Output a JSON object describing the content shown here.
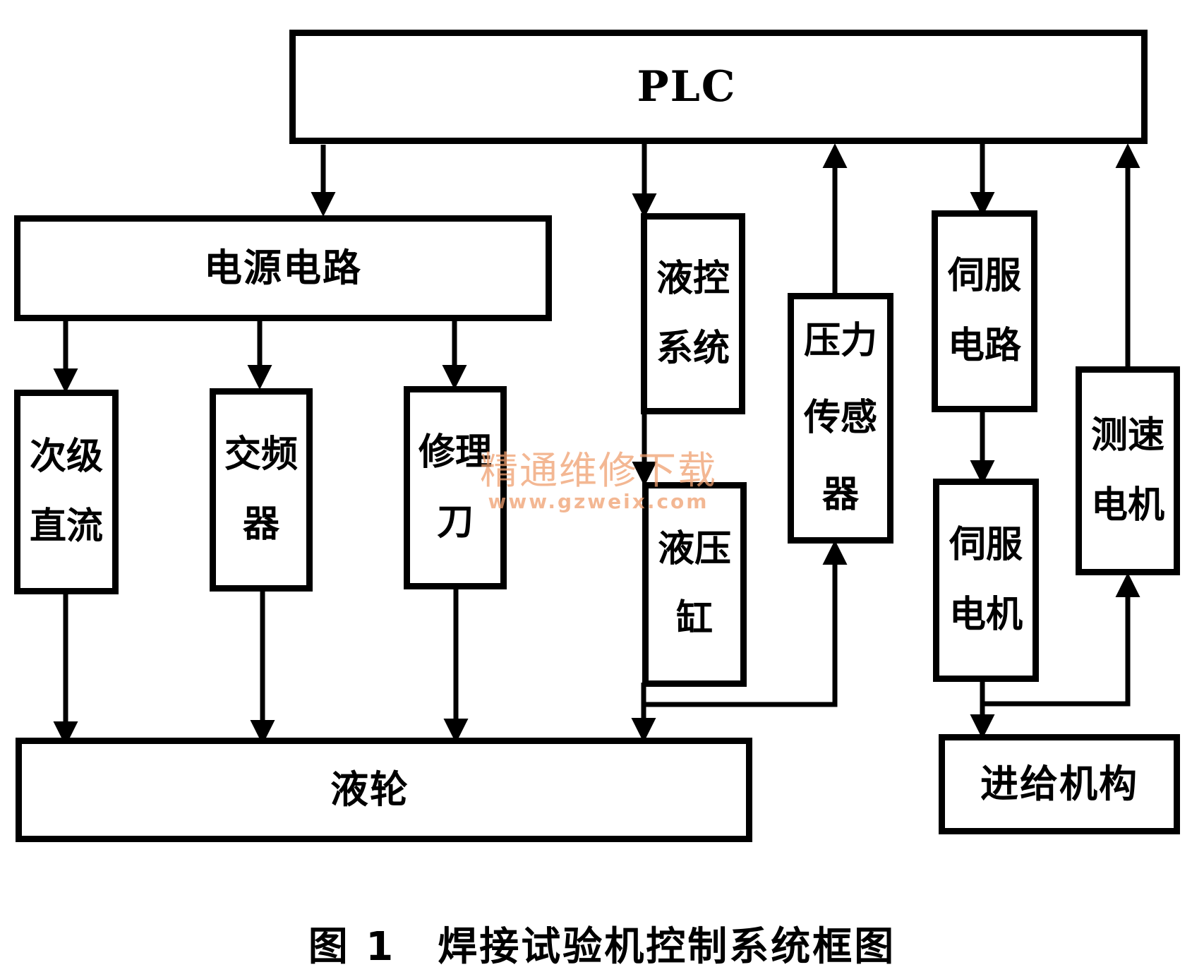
{
  "diagram": {
    "title": "焊接试验机控制系统框图",
    "figure_label": "图 1",
    "nodes": {
      "plc": "PLC",
      "power_circuit": "电源电路",
      "secondary_dc": "次级直流",
      "inverter": "交频器",
      "dresser": "修理刀",
      "hydraulic_control": "液控系统",
      "pressure_sensor": "压力传感器",
      "hydraulic_cylinder": "液压缸",
      "servo_circuit": "伺服电路",
      "servo_motor": "伺服电机",
      "tacho_motor": "测速电机",
      "hydraulic_wheel": "液轮",
      "feed_mechanism": "进给机构"
    },
    "edges": [
      {
        "from": "PLC",
        "to": "电源电路"
      },
      {
        "from": "电源电路",
        "to": "次级直流"
      },
      {
        "from": "电源电路",
        "to": "交频器"
      },
      {
        "from": "电源电路",
        "to": "修理刀"
      },
      {
        "from": "次级直流",
        "to": "液轮"
      },
      {
        "from": "交频器",
        "to": "液轮"
      },
      {
        "from": "修理刀",
        "to": "液轮"
      },
      {
        "from": "PLC",
        "to": "液控系统"
      },
      {
        "from": "液控系统",
        "to": "液压缸"
      },
      {
        "from": "液压缸",
        "to": "液轮"
      },
      {
        "from": "液压缸",
        "to": "压力传感器"
      },
      {
        "from": "压力传感器",
        "to": "PLC"
      },
      {
        "from": "PLC",
        "to": "伺服电路"
      },
      {
        "from": "伺服电路",
        "to": "伺服电机"
      },
      {
        "from": "伺服电机",
        "to": "进给机构"
      },
      {
        "from": "伺服电机",
        "to": "测速电机"
      },
      {
        "from": "测速电机",
        "to": "PLC"
      }
    ]
  },
  "watermark": {
    "text": "精通维修下载",
    "url": "www.gzweix.com"
  }
}
